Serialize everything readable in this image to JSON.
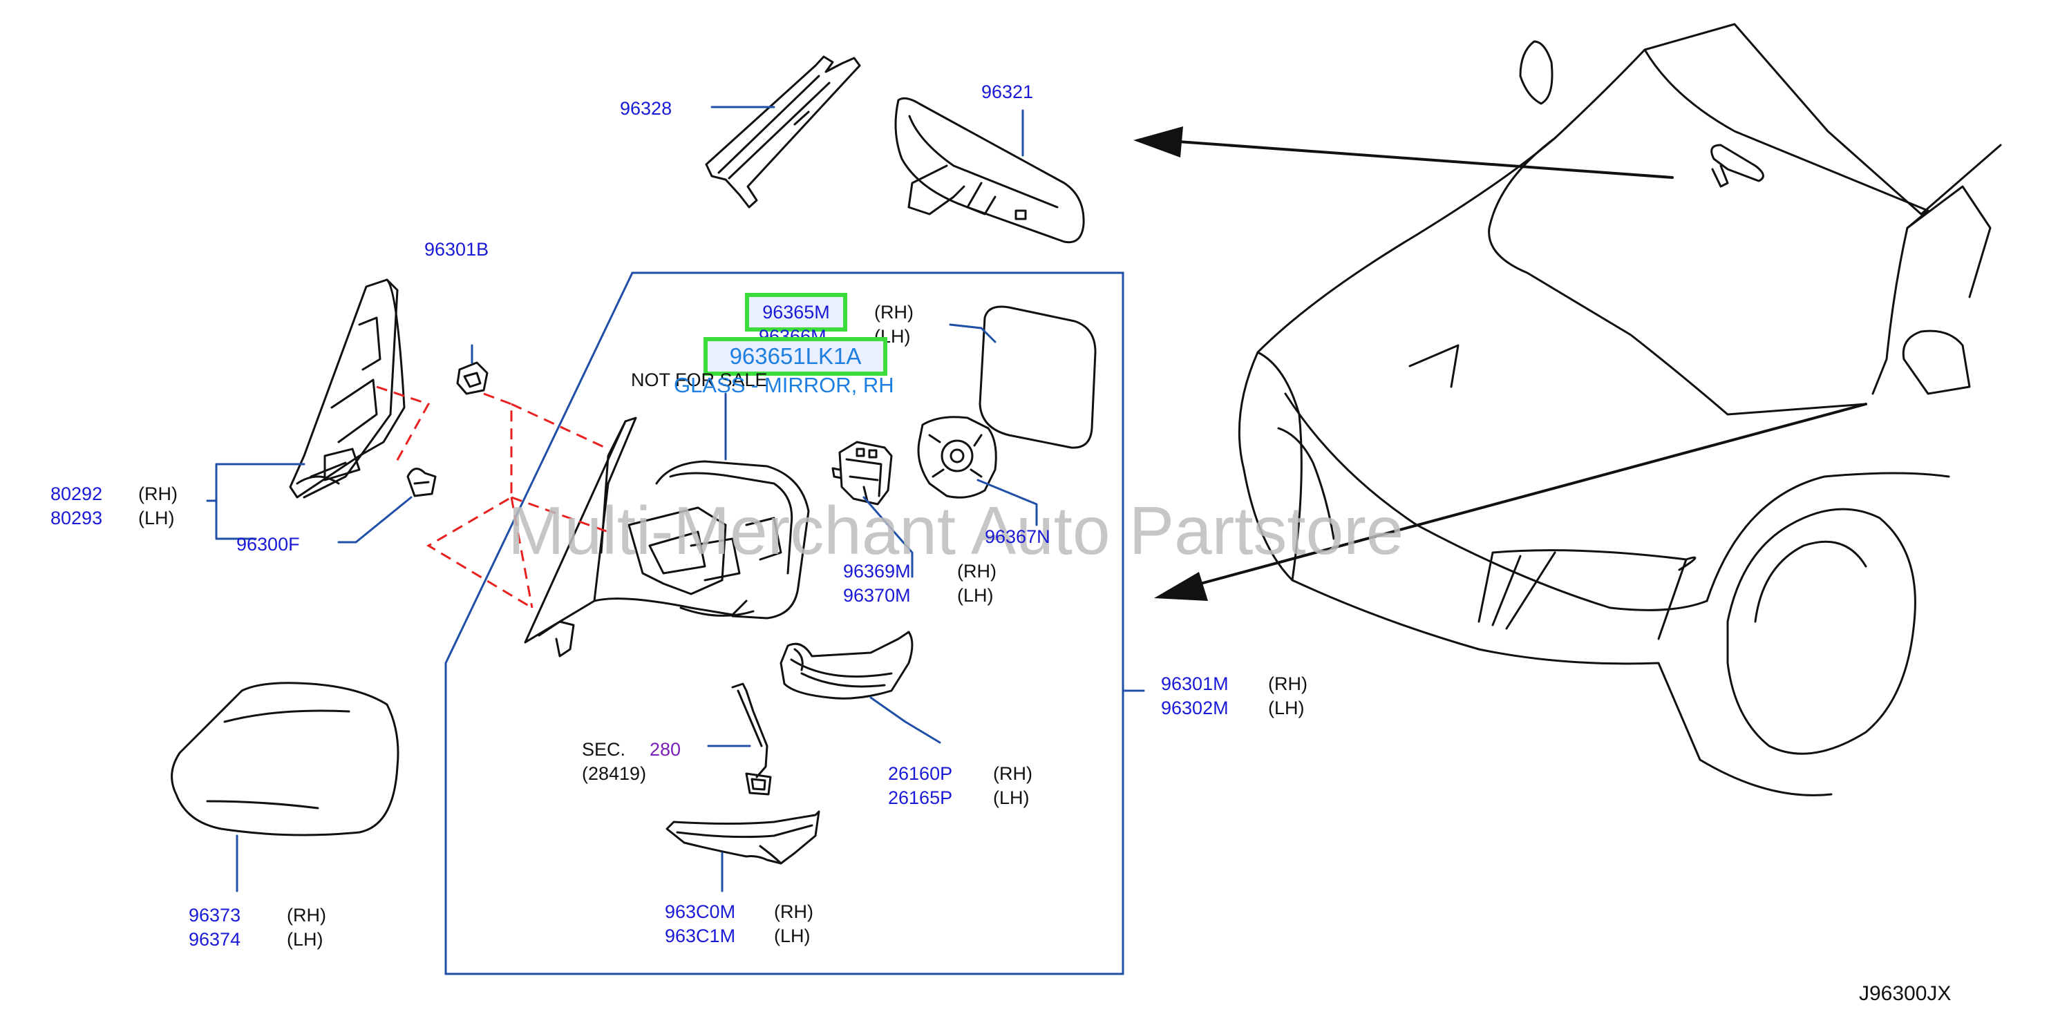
{
  "watermark": "Multi-Merchant Auto Partstore",
  "diagram_code": "J96300JX",
  "highlighted_part": "963651LK1A",
  "highlighted_desc": "GLASS - MIRROR, RH",
  "not_for_sale": "NOT  FOR  SALE",
  "sec_ref": {
    "prefix": "SEC.",
    "number": "280",
    "sub": "(28419)"
  },
  "colors": {
    "part_number": "#1a1ad6",
    "highlight_border": "#3ddc3d",
    "box": "#1f4fa6",
    "dashed": "#e82020"
  },
  "parts": [
    {
      "id": "96328",
      "label": "96328"
    },
    {
      "id": "96321",
      "label": "96321"
    },
    {
      "id": "96301B",
      "label": "96301B"
    },
    {
      "id": "80292",
      "label": "80292",
      "side": "(RH)"
    },
    {
      "id": "80293",
      "label": "80293",
      "side": "(LH)"
    },
    {
      "id": "96300F",
      "label": "96300F"
    },
    {
      "id": "96365M",
      "label": "96365M",
      "side": "(RH)"
    },
    {
      "id": "96366M",
      "label": "96366M",
      "side": "(LH)"
    },
    {
      "id": "96367N",
      "label": "96367N"
    },
    {
      "id": "96369M",
      "label": "96369M",
      "side": "(RH)"
    },
    {
      "id": "96370M",
      "label": "96370M",
      "side": "(LH)"
    },
    {
      "id": "96301M",
      "label": "96301M",
      "side": "(RH)"
    },
    {
      "id": "96302M",
      "label": "96302M",
      "side": "(LH)"
    },
    {
      "id": "26160P",
      "label": "26160P",
      "side": "(RH)"
    },
    {
      "id": "26165P",
      "label": "26165P",
      "side": "(LH)"
    },
    {
      "id": "963C0M",
      "label": "963C0M",
      "side": "(RH)"
    },
    {
      "id": "963C1M",
      "label": "963C1M",
      "side": "(LH)"
    },
    {
      "id": "96373",
      "label": "96373",
      "side": "(RH)"
    },
    {
      "id": "96374",
      "label": "96374",
      "side": "(LH)"
    }
  ]
}
